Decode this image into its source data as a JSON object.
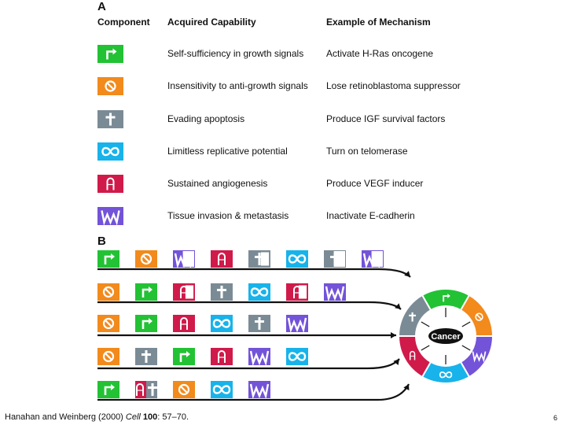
{
  "panel_a": {
    "letter": "A",
    "headers": {
      "component": "Component",
      "capability": "Acquired Capability",
      "mechanism": "Example of Mechanism"
    },
    "rows": [
      {
        "icon": "growth-arrow-icon",
        "color": "#22c234",
        "capability": "Self-sufficiency in growth signals",
        "mechanism": "Activate H-Ras oncogene"
      },
      {
        "icon": "prohibition-icon",
        "color": "#f28a1c",
        "capability": "Insensitivity to anti-growth signals",
        "mechanism": "Lose retinoblastoma suppressor"
      },
      {
        "icon": "cross-icon",
        "color": "#7b8b96",
        "capability": "Evading apoptosis",
        "mechanism": "Produce IGF survival factors"
      },
      {
        "icon": "infinity-icon",
        "color": "#17b3ea",
        "capability": "Limitless replicative potential",
        "mechanism": "Turn on telomerase"
      },
      {
        "icon": "vessel-icon",
        "color": "#d01a4a",
        "capability": "Sustained angiogenesis",
        "mechanism": "Produce VEGF inducer"
      },
      {
        "icon": "invasion-icon",
        "color": "#7353d8",
        "capability": "Tissue invasion & metastasis",
        "mechanism": "Inactivate E-cadherin"
      }
    ]
  },
  "panel_b": {
    "letter": "B",
    "paths": [
      [
        "growth",
        "prohibition",
        "invasion-outline",
        "vessel",
        "cross-half",
        "infinity",
        "cross-outline",
        "invasion-outline"
      ],
      [
        "prohibition",
        "growth",
        "vessel-half",
        "cross",
        "infinity",
        "vessel-half",
        "invasion"
      ],
      [
        "prohibition",
        "growth",
        "vessel",
        "infinity",
        "cross",
        "invasion"
      ],
      [
        "prohibition",
        "cross",
        "growth",
        "vessel",
        "invasion",
        "infinity"
      ],
      [
        "growth",
        "vessel-cross",
        "prohibition",
        "infinity",
        "invasion"
      ]
    ],
    "center_label": "Cancer"
  },
  "colors": {
    "growth": "#22c234",
    "prohibition": "#f28a1c",
    "cross": "#7b8b96",
    "infinity": "#17b3ea",
    "vessel": "#d01a4a",
    "invasion": "#7353d8"
  },
  "citation": {
    "authors": "Hanahan and  Weinberg (2000) ",
    "journal": "Cell",
    "volume": "100",
    "pages": ": 57–70."
  },
  "page_number": "6"
}
